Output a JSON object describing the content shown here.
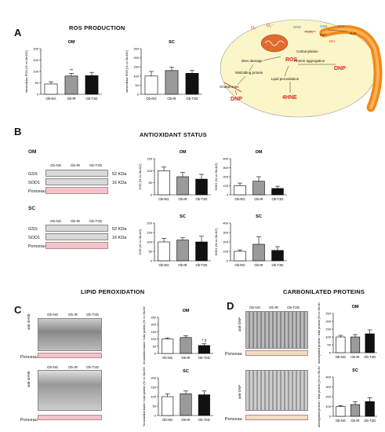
{
  "panels": {
    "A": {
      "letter": "A",
      "title": "ROS PRODUCTION"
    },
    "B": {
      "letter": "B",
      "title": "ANTIOXIDANT STATUS"
    },
    "C": {
      "letter": "C",
      "title": "LIPID PEROXIDATION"
    },
    "D": {
      "letter": "D",
      "title": "CARBONILATED PROTEINS"
    }
  },
  "groups": [
    "Ob-NG",
    "Ob-IR",
    "Ob-T2D"
  ],
  "diagram": {
    "ros": "ROS",
    "sod": "SOD",
    "gss": "GSS",
    "gpx": "GPX",
    "h2o": "H₂O",
    "o2a": "O₂⁻",
    "o2b": "O₂⁻",
    "h2o2": "H₂O₂",
    "fe": "Fe²⁺",
    "oh": "OH·",
    "dna_damage": "DNA damage",
    "carbonylation": "Carbonylation",
    "protein_aggregation": "Protein aggregation",
    "misfolding": "Misfolding protein",
    "lipid_perox": "Lipid peroxidation",
    "chaperones": "Chaperones",
    "dnp1": "DNP",
    "dnp2": "DNP",
    "hne": "4HNE"
  },
  "blots_B": {
    "om_label": "OM",
    "sc_label": "SC",
    "gss": "GSS",
    "sod1": "SOD1",
    "ponceau": "Ponceau",
    "kda52": "52 KDa",
    "kda16": "16 KDa"
  },
  "blots_C": {
    "antibody": "anti-4HNE",
    "ponceau": "Ponceau"
  },
  "blots_D": {
    "antibody": "anti-DNP",
    "ponceau": "Ponceau"
  },
  "chart_data": [
    {
      "id": "A-OM",
      "type": "bar",
      "title": "OM",
      "categories": [
        "Ob-NG",
        "Ob-IR",
        "Ob-T2D"
      ],
      "values": [
        45,
        80,
        82
      ],
      "errors": [
        10,
        12,
        14
      ],
      "ylabel": "Intracellular ROS (% vs Ob-NG)",
      "ylim": [
        0,
        200
      ],
      "yticks": [
        0,
        50,
        100,
        150,
        200
      ],
      "annotations": [
        "",
        "**",
        ""
      ]
    },
    {
      "id": "A-SC",
      "type": "bar",
      "title": "SC",
      "categories": [
        "Ob-NG",
        "Ob-IR",
        "Ob-T2D"
      ],
      "values": [
        100,
        130,
        115
      ],
      "errors": [
        25,
        18,
        15
      ],
      "ylabel": "Intracellular ROS (% vs Ob-NG)",
      "ylim": [
        0,
        250
      ],
      "yticks": [
        0,
        50,
        100,
        150,
        200,
        250
      ],
      "annotations": [
        "",
        "",
        ""
      ]
    },
    {
      "id": "B-OM-GSS",
      "type": "bar",
      "title": "OM",
      "categories": [
        "Ob-NG",
        "Ob-IR",
        "Ob-T2D"
      ],
      "values": [
        100,
        75,
        65
      ],
      "errors": [
        15,
        18,
        20
      ],
      "ylabel": "GSS (% vs Ob-NG)",
      "ylim": [
        0,
        150
      ],
      "yticks": [
        0,
        50,
        100,
        150
      ],
      "annotations": [
        "",
        "",
        ""
      ]
    },
    {
      "id": "B-OM-SOD1",
      "type": "bar",
      "title": "OM",
      "categories": [
        "Ob-NG",
        "Ob-IR",
        "Ob-T2D"
      ],
      "values": [
        100,
        150,
        70
      ],
      "errors": [
        30,
        50,
        25
      ],
      "ylabel": "SOD1 (% vs Ob-NG)",
      "ylim": [
        0,
        400
      ],
      "yticks": [
        0,
        100,
        200,
        300,
        400
      ],
      "annotations": [
        "",
        "",
        ""
      ]
    },
    {
      "id": "B-SC-GSS",
      "type": "bar",
      "title": "SC",
      "categories": [
        "Ob-NG",
        "Ob-IR",
        "Ob-T2D"
      ],
      "values": [
        100,
        110,
        100
      ],
      "errors": [
        18,
        12,
        30
      ],
      "ylabel": "GSS (% vs Ob-NG)",
      "ylim": [
        0,
        200
      ],
      "yticks": [
        0,
        50,
        100,
        150,
        200
      ],
      "annotations": [
        "",
        "",
        ""
      ]
    },
    {
      "id": "B-SC-SOD1",
      "type": "bar",
      "title": "SC",
      "categories": [
        "Ob-NG",
        "Ob-IR",
        "Ob-T2D"
      ],
      "values": [
        100,
        175,
        110
      ],
      "errors": [
        15,
        80,
        40
      ],
      "ylabel": "SOD1 (% vs Ob-NG)",
      "ylim": [
        0,
        400
      ],
      "yticks": [
        0,
        100,
        200,
        300,
        400
      ],
      "annotations": [
        "",
        "",
        ""
      ]
    },
    {
      "id": "C-OM",
      "type": "bar",
      "title": "OM",
      "categories": [
        "Ob-NG",
        "Ob-IR",
        "Ob-T2D"
      ],
      "values": [
        100,
        110,
        55
      ],
      "errors": [
        8,
        12,
        12
      ],
      "ylabel": "Peroxidation band / total protein (% vs Ob-NG)",
      "ylim": [
        0,
        250
      ],
      "yticks": [
        0,
        50,
        100,
        150,
        200,
        250
      ],
      "annotations": [
        "",
        "",
        "* #"
      ]
    },
    {
      "id": "C-SC",
      "type": "bar",
      "title": "SC",
      "categories": [
        "Ob-NG",
        "Ob-IR",
        "Ob-T2D"
      ],
      "values": [
        100,
        115,
        110
      ],
      "errors": [
        15,
        15,
        20
      ],
      "ylabel": "Peroxidation band / total protein (% vs Ob-NG)",
      "ylim": [
        0,
        200
      ],
      "yticks": [
        0,
        50,
        100,
        150,
        200
      ],
      "annotations": [
        "",
        "",
        ""
      ]
    },
    {
      "id": "D-OM",
      "type": "bar",
      "title": "OM",
      "categories": [
        "Ob-NG",
        "Ob-IR",
        "Ob-T2D"
      ],
      "values": [
        100,
        100,
        120
      ],
      "errors": [
        10,
        15,
        25
      ],
      "ylabel": "Carbonylated protein / total protein (% vs Ob-NG)",
      "ylim": [
        0,
        250
      ],
      "yticks": [
        0,
        50,
        100,
        150,
        200,
        250
      ],
      "annotations": [
        "",
        "",
        ""
      ]
    },
    {
      "id": "D-SC",
      "type": "bar",
      "title": "SC",
      "categories": [
        "Ob-NG",
        "Ob-IR",
        "Ob-T2D"
      ],
      "values": [
        100,
        120,
        150
      ],
      "errors": [
        10,
        30,
        40
      ],
      "ylabel": "Carbonylated protein / total protein (% vs Ob-NG)",
      "ylim": [
        0,
        400
      ],
      "yticks": [
        0,
        100,
        200,
        300,
        400
      ],
      "annotations": [
        "",
        "",
        ""
      ]
    }
  ]
}
